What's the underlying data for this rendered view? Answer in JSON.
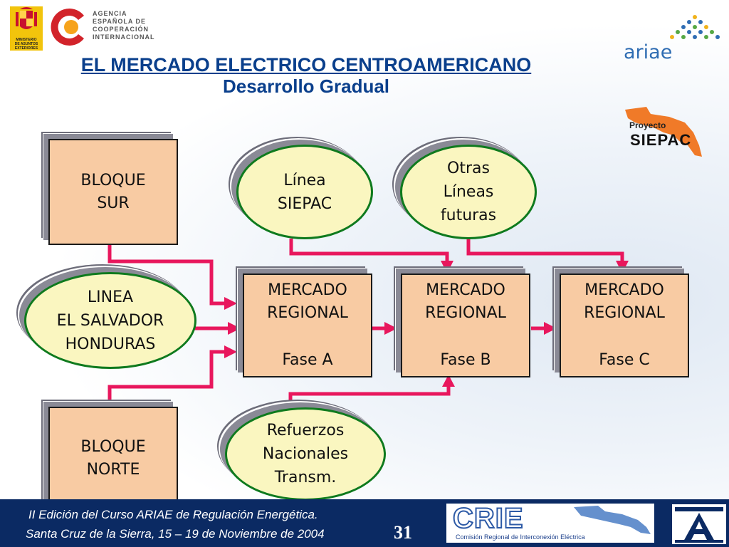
{
  "header": {
    "title": "EL MERCADO ELECTRICO CENTROAMERICANO",
    "subtitle": "Desarrollo Gradual",
    "ministry_label": [
      "MINISTERIO",
      "DE ASUNTOS",
      "EXTERIORES"
    ],
    "agency_name": [
      "AGENCIA",
      "ESPAÑOLA DE",
      "COOPERACIÓN",
      "INTERNACIONAL"
    ],
    "ariae_logo_text": "ariae",
    "siepac_logo": {
      "small": "Proyecto",
      "big": "SIEPAC"
    }
  },
  "diagram": {
    "bloque_sur": [
      "BLOQUE",
      "SUR"
    ],
    "linea_el_salvador_honduras": [
      "LINEA",
      "EL SALVADOR",
      "HONDURAS"
    ],
    "bloque_norte": [
      "BLOQUE",
      "NORTE"
    ],
    "linea_siepac": [
      "Línea",
      "SIEPAC"
    ],
    "otras_lineas": [
      "Otras",
      "Líneas",
      "futuras"
    ],
    "refuerzos": [
      "Refuerzos",
      "Nacionales",
      "Transm."
    ],
    "mercado_a": {
      "line1": "MERCADO",
      "line2": "REGIONAL",
      "phase": "Fase A"
    },
    "mercado_b": {
      "line1": "MERCADO",
      "line2": "REGIONAL",
      "phase": "Fase B"
    },
    "mercado_c": {
      "line1": "MERCADO",
      "line2": "REGIONAL",
      "phase": "Fase C"
    }
  },
  "footer": {
    "line1": "II Edición del Curso ARIAE de Regulación Energética.",
    "line2": "Santa Cruz de la Sierra, 15 – 19  de Noviembre de 2004",
    "page_number": "31",
    "crie_logo_text": "CRIE",
    "crie_subtitle": "Comisión Regional de Interconexión Eléctrica"
  },
  "colors": {
    "title": "#0a3f8c",
    "box_fill": "#f8cba3",
    "oval_fill": "#faf6c0",
    "oval_border": "#0f7a1e",
    "connector": "#e8175d",
    "footer_bg": "#0b2a63"
  }
}
